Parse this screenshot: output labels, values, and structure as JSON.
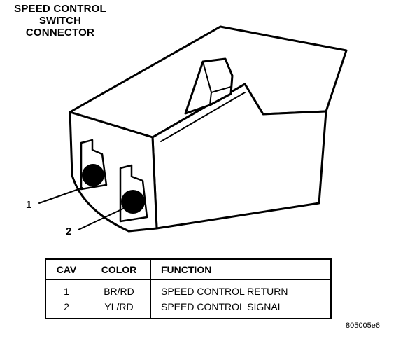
{
  "title": {
    "line1": "SPEED CONTROL",
    "line2": "SWITCH",
    "line3": "CONNECTOR"
  },
  "callouts": {
    "pin1": "1",
    "pin2": "2"
  },
  "table": {
    "headers": {
      "cav": "CAV",
      "color": "COLOR",
      "function": "FUNCTION"
    },
    "rows": [
      {
        "cav": "1",
        "color": "BR/RD",
        "function": "SPEED CONTROL RETURN"
      },
      {
        "cav": "2",
        "color": "YL/RD",
        "function": "SPEED CONTROL SIGNAL"
      }
    ]
  },
  "figure_id": "805005e6"
}
